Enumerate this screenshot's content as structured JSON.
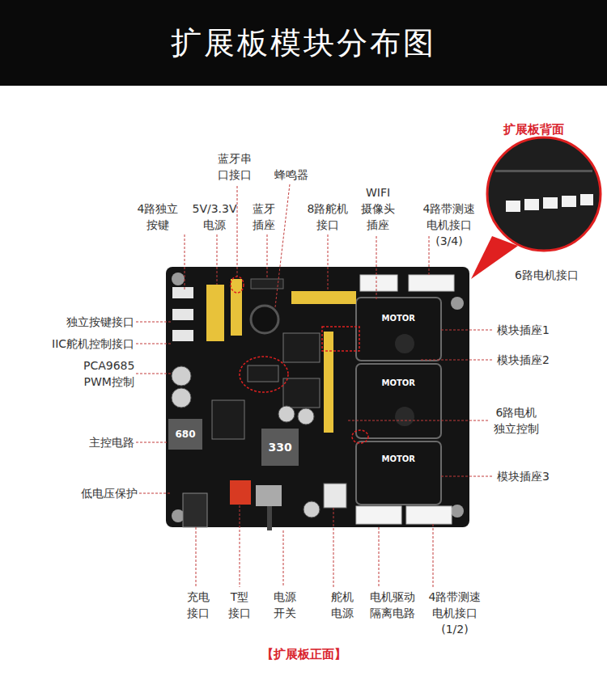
{
  "diagram": {
    "title": "扩展板模块分布图",
    "caption": "【扩展板正面】",
    "labels": [
      "扩展板背面",
      "6路电机接口",
      "蓝牙串 口接口",
      "蜂鸣器",
      "4路独立 按键",
      "5V/3.3V 电源",
      "蓝牙 插座",
      "8路舵机 接口",
      "WIFI 摄像头 插座",
      "4路带测速 电机接口(3/4)",
      "独立按键接口",
      "IIC舵机控制接口",
      "PCA9685 PWM控制",
      "主控电路",
      "低电压保护",
      "模块插座1",
      "模块插座2",
      "6路电机 独立控制",
      "模块插座3",
      "充电 接口",
      "T型 接口",
      "电源 开关",
      "舵机 电源",
      "电机驱动 隔离电路",
      "4路带测速 电机接口(1/2)",
      "MOTOR",
      "MOTOR",
      "MOTOR",
      "330",
      "680"
    ]
  }
}
